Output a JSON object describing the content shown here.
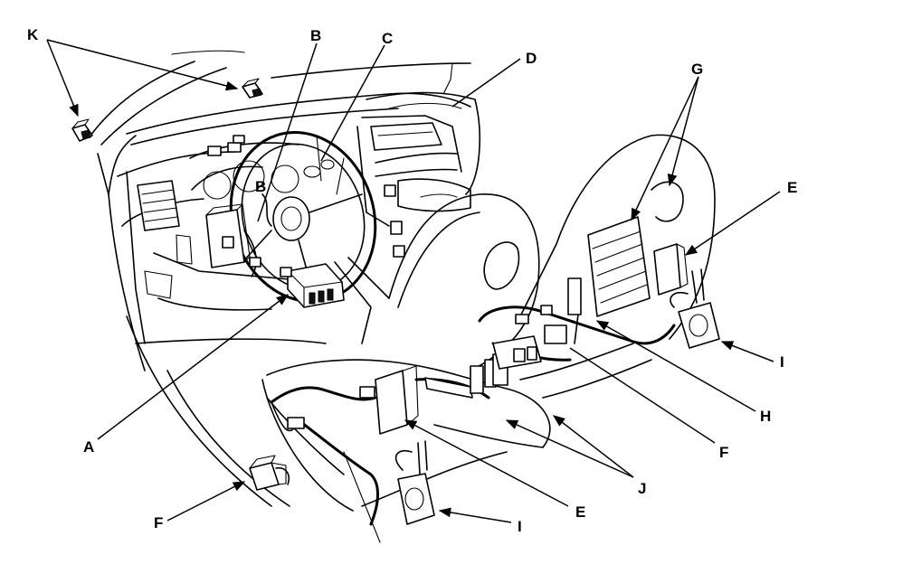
{
  "diagram": {
    "callouts": {
      "k": "K",
      "b": "B",
      "c": "C",
      "d": "D",
      "g": "G",
      "e_upper": "E",
      "i_right": "I",
      "h": "H",
      "f_right": "F",
      "j": "J",
      "e_lower": "E",
      "i_lower": "I",
      "f_lower": "F",
      "a": "A",
      "b_inner": "B"
    }
  }
}
